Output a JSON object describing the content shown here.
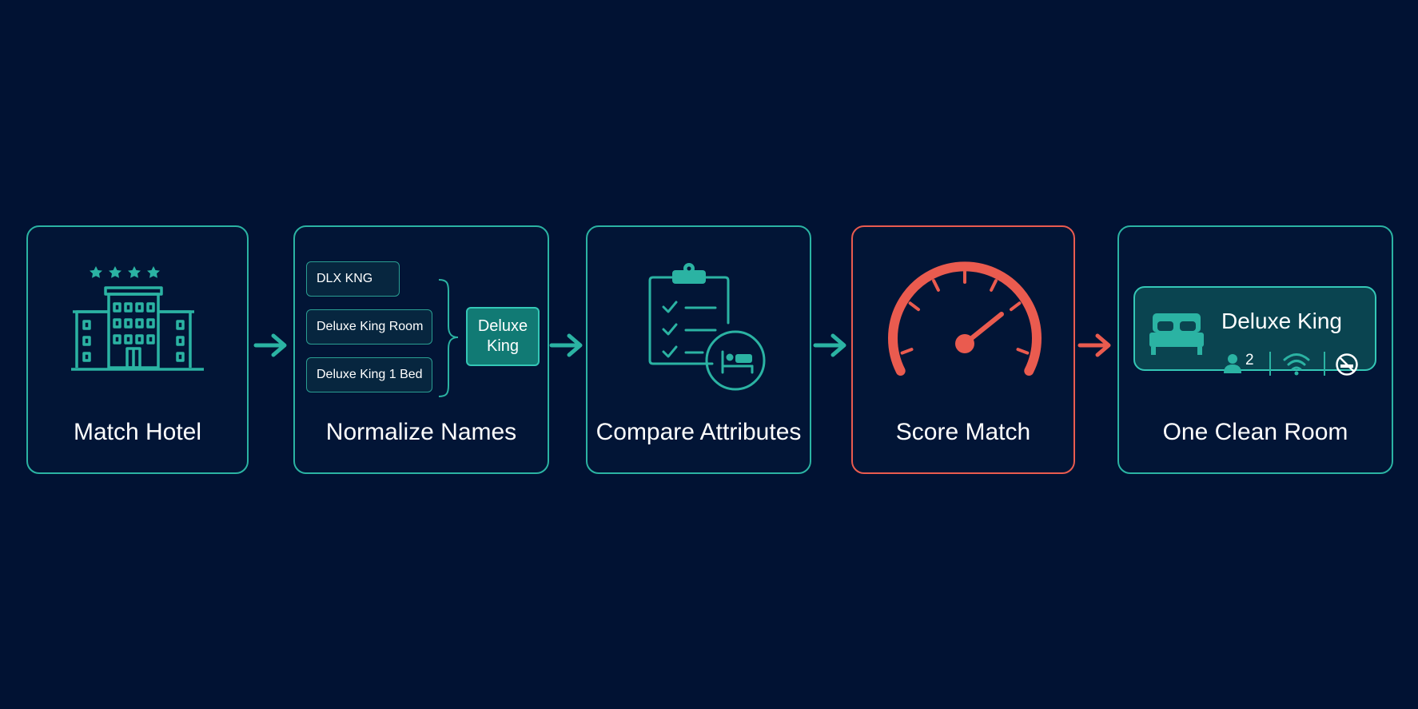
{
  "steps": [
    {
      "title": "Match Hotel",
      "icon": "hotel-building-icon"
    },
    {
      "title": "Normalize Names",
      "icon": "name-merge-icon"
    },
    {
      "title": "Compare Attributes",
      "icon": "clipboard-checklist-icon"
    },
    {
      "title": "Score Match",
      "icon": "gauge-icon"
    },
    {
      "title": "One Clean Room",
      "icon": "room-card-icon"
    }
  ],
  "normalize": {
    "inputs": [
      "DLX KNG",
      "Deluxe King Room",
      "Deluxe King 1 Bed"
    ],
    "output_line1": "Deluxe",
    "output_line2": "King"
  },
  "room": {
    "name": "Deluxe King",
    "guests": "2",
    "amenity_icons": [
      "person-icon",
      "wifi-icon",
      "no-smoking-icon"
    ]
  },
  "colors": {
    "background": "#011233",
    "teal": "#2bb3a3",
    "coral": "#ea5b4f"
  },
  "hotel_star_count": 4
}
